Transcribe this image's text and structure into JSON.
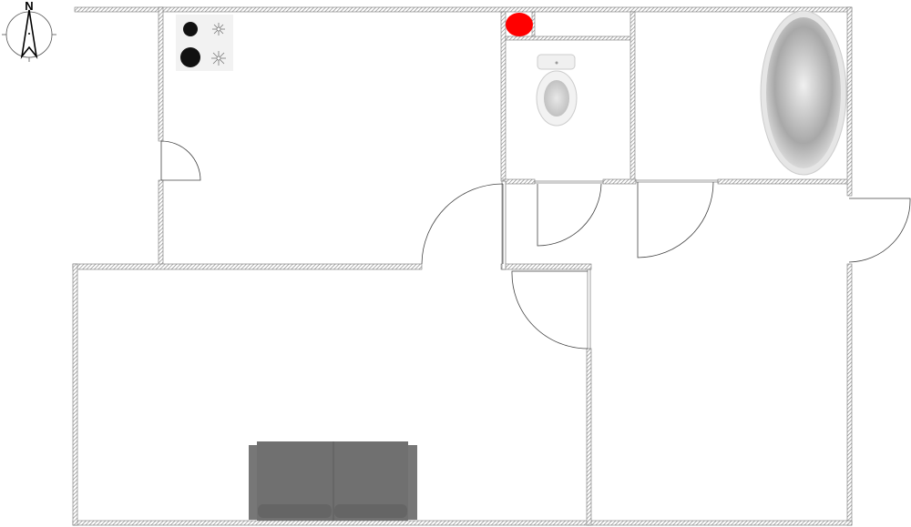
{
  "compass": {
    "label": "N",
    "icon": "north-arrow-icon"
  },
  "colors": {
    "wall_hatch": "#8a8a8a",
    "marker": "#ff0000",
    "sofa": "#6f6f6f",
    "fixture": "#c8c8c8"
  },
  "fixtures": [
    "stove",
    "toilet",
    "bathtub",
    "sofa",
    "red-marker"
  ]
}
